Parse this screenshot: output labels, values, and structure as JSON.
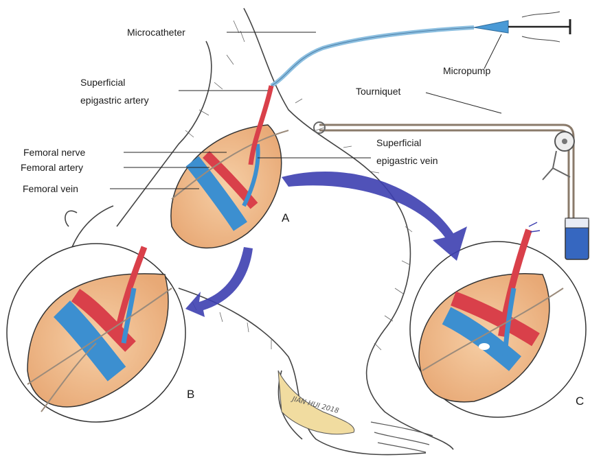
{
  "labels": {
    "microcatheter": "Microcatheter",
    "micropump": "Micropump",
    "tourniquet": "Tourniquet",
    "superficial_epigastric_artery_1": "Superficial",
    "superficial_epigastric_artery_2": "epigastric artery",
    "superficial_epigastric_vein_1": "Superficial",
    "superficial_epigastric_vein_2": "epigastric vein",
    "femoral_nerve": "Femoral nerve",
    "femoral_artery": "Femoral artery",
    "femoral_vein": "Femoral vein"
  },
  "panels": {
    "a": "A",
    "b": "B",
    "c": "C"
  },
  "signature": "JIAN HUI 2018",
  "colors": {
    "artery": "#d9404a",
    "vein": "#3c8fd0",
    "tissue": "#f2c49a",
    "arrow": "#3d3fb0",
    "catheter": "#8cbfe0",
    "outline": "#333333"
  }
}
